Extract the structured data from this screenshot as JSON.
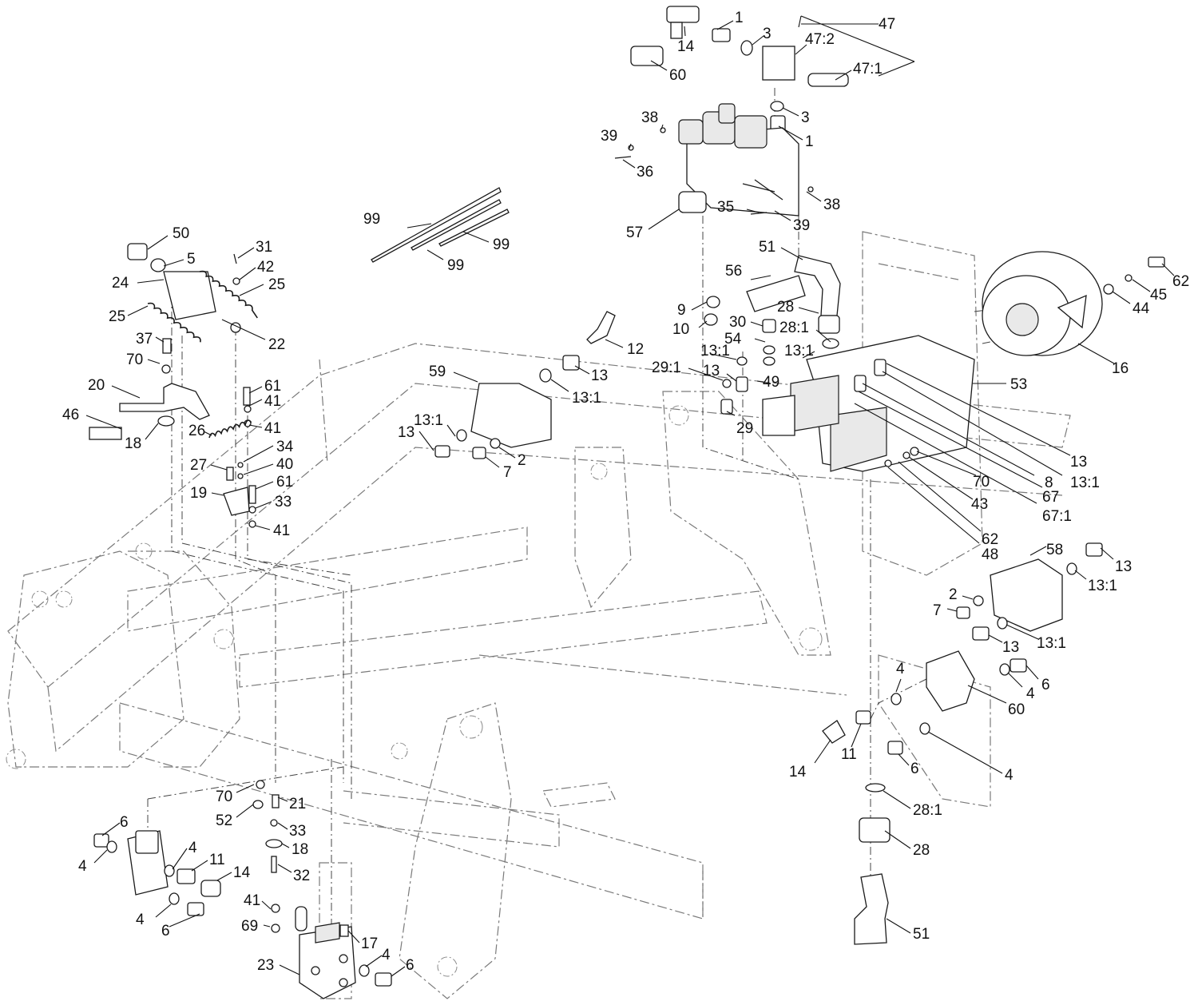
{
  "diagram": {
    "callouts": [
      {
        "id": "c01",
        "text": "1"
      },
      {
        "id": "c02",
        "text": "3"
      },
      {
        "id": "c03",
        "text": "47"
      },
      {
        "id": "c04",
        "text": "47:2"
      },
      {
        "id": "c05",
        "text": "47:1"
      },
      {
        "id": "c06",
        "text": "14"
      },
      {
        "id": "c07",
        "text": "60"
      },
      {
        "id": "c08",
        "text": "3"
      },
      {
        "id": "c09",
        "text": "1"
      },
      {
        "id": "c10",
        "text": "38"
      },
      {
        "id": "c11",
        "text": "39"
      },
      {
        "id": "c12",
        "text": "36"
      },
      {
        "id": "c13",
        "text": "38"
      },
      {
        "id": "c14",
        "text": "35"
      },
      {
        "id": "c15",
        "text": "39"
      },
      {
        "id": "c16",
        "text": "57"
      },
      {
        "id": "c17",
        "text": "99"
      },
      {
        "id": "c18",
        "text": "99"
      },
      {
        "id": "c19",
        "text": "99"
      },
      {
        "id": "c20",
        "text": "50"
      },
      {
        "id": "c21",
        "text": "5"
      },
      {
        "id": "c22",
        "text": "24"
      },
      {
        "id": "c23",
        "text": "31"
      },
      {
        "id": "c24",
        "text": "42"
      },
      {
        "id": "c25",
        "text": "25"
      },
      {
        "id": "c26",
        "text": "25"
      },
      {
        "id": "c27",
        "text": "22"
      },
      {
        "id": "c28",
        "text": "37"
      },
      {
        "id": "c29",
        "text": "70"
      },
      {
        "id": "c30",
        "text": "20"
      },
      {
        "id": "c31",
        "text": "61"
      },
      {
        "id": "c32",
        "text": "41"
      },
      {
        "id": "c33",
        "text": "41"
      },
      {
        "id": "c34",
        "text": "46"
      },
      {
        "id": "c35",
        "text": "26"
      },
      {
        "id": "c36",
        "text": "18"
      },
      {
        "id": "c37",
        "text": "34"
      },
      {
        "id": "c38",
        "text": "27"
      },
      {
        "id": "c39",
        "text": "40"
      },
      {
        "id": "c40",
        "text": "61"
      },
      {
        "id": "c41",
        "text": "19"
      },
      {
        "id": "c42",
        "text": "33"
      },
      {
        "id": "c43",
        "text": "41"
      },
      {
        "id": "c44",
        "text": "51"
      },
      {
        "id": "c45",
        "text": "56"
      },
      {
        "id": "c46",
        "text": "28"
      },
      {
        "id": "c47",
        "text": "9"
      },
      {
        "id": "c48",
        "text": "10"
      },
      {
        "id": "c49",
        "text": "30"
      },
      {
        "id": "c50",
        "text": "28:1"
      },
      {
        "id": "c51",
        "text": "54"
      },
      {
        "id": "c52",
        "text": "13:1"
      },
      {
        "id": "c53",
        "text": "13:1"
      },
      {
        "id": "c54",
        "text": "29:1"
      },
      {
        "id": "c55",
        "text": "13"
      },
      {
        "id": "c56",
        "text": "49"
      },
      {
        "id": "c57",
        "text": "29"
      },
      {
        "id": "c58",
        "text": "53"
      },
      {
        "id": "c59",
        "text": "12"
      },
      {
        "id": "c60",
        "text": "13"
      },
      {
        "id": "c61",
        "text": "13:1"
      },
      {
        "id": "c62",
        "text": "59"
      },
      {
        "id": "c63",
        "text": "13:1"
      },
      {
        "id": "c64",
        "text": "13"
      },
      {
        "id": "c65",
        "text": "2"
      },
      {
        "id": "c66",
        "text": "7"
      },
      {
        "id": "c67",
        "text": "62"
      },
      {
        "id": "c68",
        "text": "45"
      },
      {
        "id": "c69",
        "text": "44"
      },
      {
        "id": "c70",
        "text": "16"
      },
      {
        "id": "c71",
        "text": "13"
      },
      {
        "id": "c72",
        "text": "13:1"
      },
      {
        "id": "c73",
        "text": "8"
      },
      {
        "id": "c74",
        "text": "67"
      },
      {
        "id": "c75",
        "text": "67:1"
      },
      {
        "id": "c76",
        "text": "70"
      },
      {
        "id": "c77",
        "text": "43"
      },
      {
        "id": "c78",
        "text": "62"
      },
      {
        "id": "c79",
        "text": "48"
      },
      {
        "id": "c80",
        "text": "58"
      },
      {
        "id": "c81",
        "text": "13"
      },
      {
        "id": "c82",
        "text": "13:1"
      },
      {
        "id": "c83",
        "text": "2"
      },
      {
        "id": "c84",
        "text": "7"
      },
      {
        "id": "c85",
        "text": "13"
      },
      {
        "id": "c86",
        "text": "13:1"
      },
      {
        "id": "c87",
        "text": "4"
      },
      {
        "id": "c88",
        "text": "6"
      },
      {
        "id": "c89",
        "text": "4"
      },
      {
        "id": "c90",
        "text": "60"
      },
      {
        "id": "c91",
        "text": "14"
      },
      {
        "id": "c92",
        "text": "11"
      },
      {
        "id": "c93",
        "text": "6"
      },
      {
        "id": "c94",
        "text": "4"
      },
      {
        "id": "c95",
        "text": "28:1"
      },
      {
        "id": "c96",
        "text": "28"
      },
      {
        "id": "c97",
        "text": "51"
      },
      {
        "id": "c98",
        "text": "70"
      },
      {
        "id": "c99",
        "text": "21"
      },
      {
        "id": "c100",
        "text": "52"
      },
      {
        "id": "c101",
        "text": "33"
      },
      {
        "id": "c102",
        "text": "18"
      },
      {
        "id": "c103",
        "text": "32"
      },
      {
        "id": "c104",
        "text": "6"
      },
      {
        "id": "c105",
        "text": "4"
      },
      {
        "id": "c106",
        "text": "4"
      },
      {
        "id": "c107",
        "text": "11"
      },
      {
        "id": "c108",
        "text": "14"
      },
      {
        "id": "c109",
        "text": "4"
      },
      {
        "id": "c110",
        "text": "6"
      },
      {
        "id": "c111",
        "text": "41"
      },
      {
        "id": "c112",
        "text": "69"
      },
      {
        "id": "c113",
        "text": "17"
      },
      {
        "id": "c114",
        "text": "4"
      },
      {
        "id": "c115",
        "text": "6"
      },
      {
        "id": "c116",
        "text": "23"
      }
    ]
  }
}
